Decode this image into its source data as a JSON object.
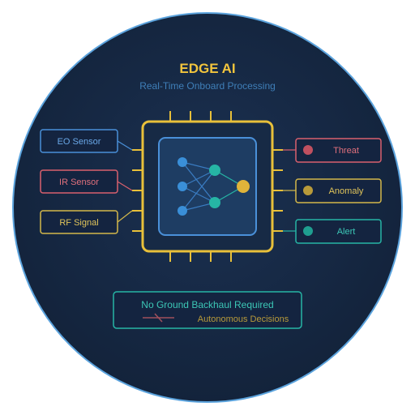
{
  "header": {
    "title": "EDGE AI",
    "subtitle": "Real-Time Onboard Processing"
  },
  "inputs": [
    {
      "label": "EO Sensor",
      "color": "#4a90d9"
    },
    {
      "label": "IR Sensor",
      "color": "#d9606e"
    },
    {
      "label": "RF Signal",
      "color": "#d4b84a"
    }
  ],
  "outputs": [
    {
      "label": "Threat",
      "color": "#d9606e"
    },
    {
      "label": "Anomaly",
      "color": "#d4b84a"
    },
    {
      "label": "Alert",
      "color": "#26b5a5"
    }
  ],
  "footer": {
    "title": "No Ground Backhaul Required",
    "caption": "Autonomous Decisions"
  },
  "colors": {
    "background": "#172a45",
    "ring": "#5ba3dd",
    "chip": "#e8c03a",
    "core": "#1e3d63",
    "core_border": "#4a90d9",
    "title": "#f2c53d",
    "subtitle": "#3f7fb8",
    "footer_border": "#26b5a5",
    "footer_title": "#3cc7b6",
    "footer_caption": "#b89a3a"
  },
  "icons": {
    "network": "neural-network-icon",
    "chip": "processor-chip-icon",
    "no_link": "crossed-link-icon"
  }
}
